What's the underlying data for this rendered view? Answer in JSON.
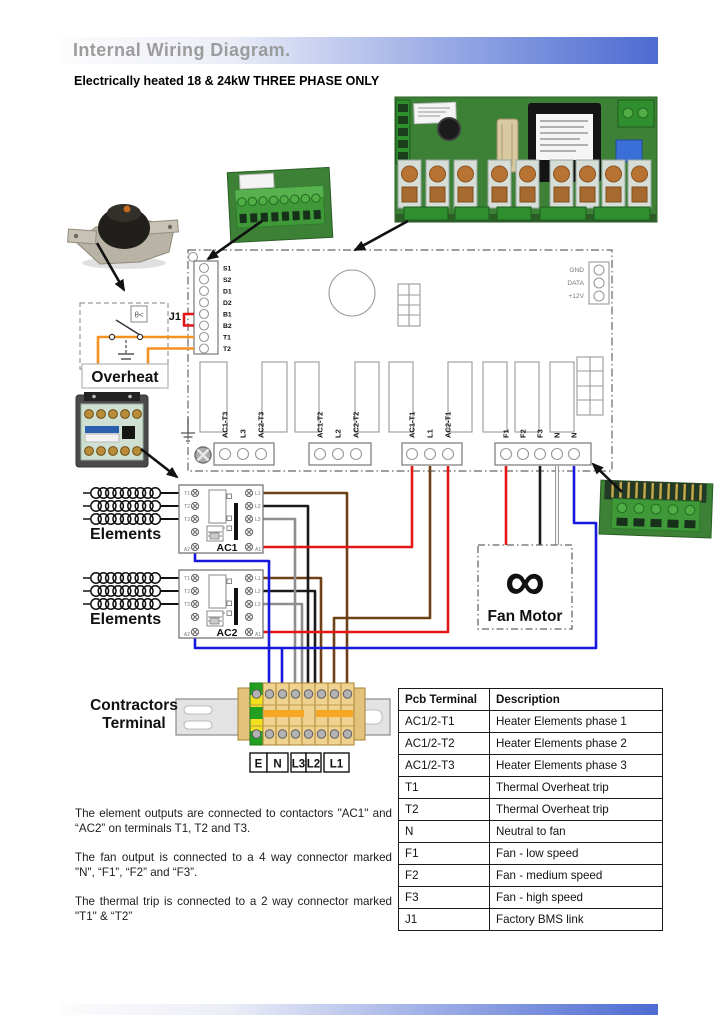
{
  "header": {
    "title": "Internal Wiring Diagram.",
    "subtitle": "Electrically heated 18 & 24kW THREE PHASE ONLY"
  },
  "colors": {
    "header_blue": "#4d6bd1",
    "wire_red": "#e31515",
    "wire_blue": "#1717dd",
    "wire_brown": "#6e4016",
    "wire_black": "#1a1a1a",
    "wire_gray": "#8e8e8e",
    "wire_orange": "#f59120",
    "pcb_green": "#3c8136",
    "terminal_tan": "#efd28f",
    "earth_green": "#22a022",
    "earth_yellow": "#f2e01f"
  },
  "pcb": {
    "pins": [
      "S1",
      "S2",
      "D1",
      "D2",
      "B1",
      "B2",
      "T1",
      "T2"
    ],
    "aux": [
      "GND",
      "DATA",
      "+12V"
    ],
    "j1_label": "J1",
    "thermal_symbol": "θ<",
    "terminals": {
      "group1": [
        "AC1-T3",
        "L3",
        "AC2-T3"
      ],
      "group2": [
        "AC1-T2",
        "L2",
        "AC2-T2"
      ],
      "group3": [
        "AC1-T1",
        "L1",
        "AC2-T1"
      ],
      "group4": [
        "F1",
        "F2",
        "F3",
        "N",
        "N"
      ]
    }
  },
  "contactor": {
    "left_pins": [
      "T1",
      "T2",
      "T3"
    ],
    "right_pins": [
      "L1",
      "L2",
      "L3"
    ],
    "a1": "A1",
    "a2": "A2",
    "name1": "AC1",
    "name2": "AC2"
  },
  "labels": {
    "overheat": "Overheat",
    "elements": "Elements",
    "fan_motor": "Fan Motor",
    "contractors_line1": "Contractors",
    "contractors_line2": "Terminal",
    "fan_symbol": "∞"
  },
  "mains_terminals": [
    "E",
    "N",
    "L3",
    "L2",
    "L1"
  ],
  "table": {
    "headers": [
      "Pcb Terminal",
      "Description"
    ],
    "rows": [
      [
        "AC1/2-T1",
        "Heater Elements phase 1"
      ],
      [
        "AC1/2-T2",
        "Heater Elements phase 2"
      ],
      [
        "AC1/2-T3",
        "Heater Elements phase 3"
      ],
      [
        "T1",
        "Thermal Overheat trip"
      ],
      [
        "T2",
        "Thermal Overheat trip"
      ],
      [
        "N",
        "Neutral to fan"
      ],
      [
        "F1",
        "Fan - low speed"
      ],
      [
        "F2",
        "Fan - medium speed"
      ],
      [
        "F3",
        "Fan - high speed"
      ],
      [
        "J1",
        "Factory BMS link"
      ]
    ]
  },
  "paragraphs": {
    "p1": "The element outputs are connected to contactors \"AC1\" and “AC2” on terminals T1, T2 and T3.",
    "p2": "The fan output is connected to a 4 way connector marked \"N\", “F1”, “F2” and “F3”.",
    "p3": "The thermal trip is connected to a 2 way connector marked \"T1\" & “T2”"
  }
}
